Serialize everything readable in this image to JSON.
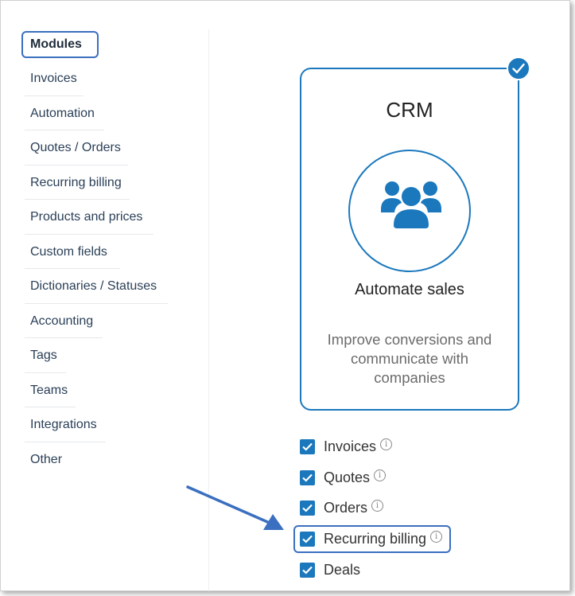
{
  "sidebar": {
    "items": [
      {
        "label": "Modules",
        "active": true
      },
      {
        "label": "Invoices"
      },
      {
        "label": "Automation"
      },
      {
        "label": "Quotes / Orders"
      },
      {
        "label": "Recurring billing"
      },
      {
        "label": "Products and prices"
      },
      {
        "label": "Custom fields"
      },
      {
        "label": "Dictionaries / Statuses"
      },
      {
        "label": "Accounting"
      },
      {
        "label": "Tags"
      },
      {
        "label": "Teams"
      },
      {
        "label": "Integrations"
      },
      {
        "label": "Other"
      }
    ]
  },
  "module_card": {
    "title": "CRM",
    "icon": "users-group-icon",
    "subtitle": "Automate sales",
    "description": "Improve conversions and communicate with companies",
    "selected": true
  },
  "options": [
    {
      "label": "Invoices",
      "checked": true
    },
    {
      "label": "Quotes",
      "checked": true
    },
    {
      "label": "Orders",
      "checked": true
    },
    {
      "label": "Recurring billing",
      "checked": true,
      "highlighted": true
    },
    {
      "label": "Deals",
      "checked": true
    }
  ],
  "colors": {
    "accent": "#1b78bd",
    "highlight": "#3b6fc0",
    "nav_text": "#2a3f57"
  }
}
